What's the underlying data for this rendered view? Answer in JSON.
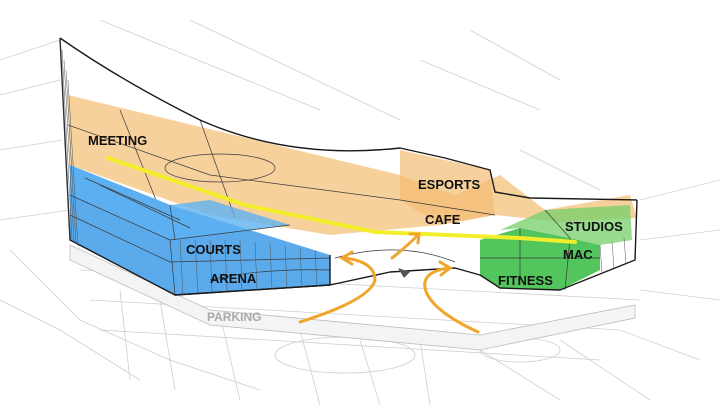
{
  "labels": {
    "meeting": "MEETING",
    "esports": "ESPORTS",
    "cafe": "CAFE",
    "studios": "STUDIOS",
    "mac": "MAC",
    "courts": "COURTS",
    "arena": "ARENA",
    "fitness": "FITNESS",
    "parking": "PARKING"
  },
  "colors": {
    "orange_zone": "#f6c98a",
    "orange_arrow": "#f0a52c",
    "blue_zone": "#3d9be9",
    "green_zone": "#3fbf4a",
    "yellow_path": "#f3ee2a",
    "outline": "#1a1a1a",
    "site_lines": "#cfcfcf",
    "parking_text": "#a9a9a9"
  },
  "icons": [
    "entry-arrows",
    "circulation-path",
    "stair-marker"
  ]
}
